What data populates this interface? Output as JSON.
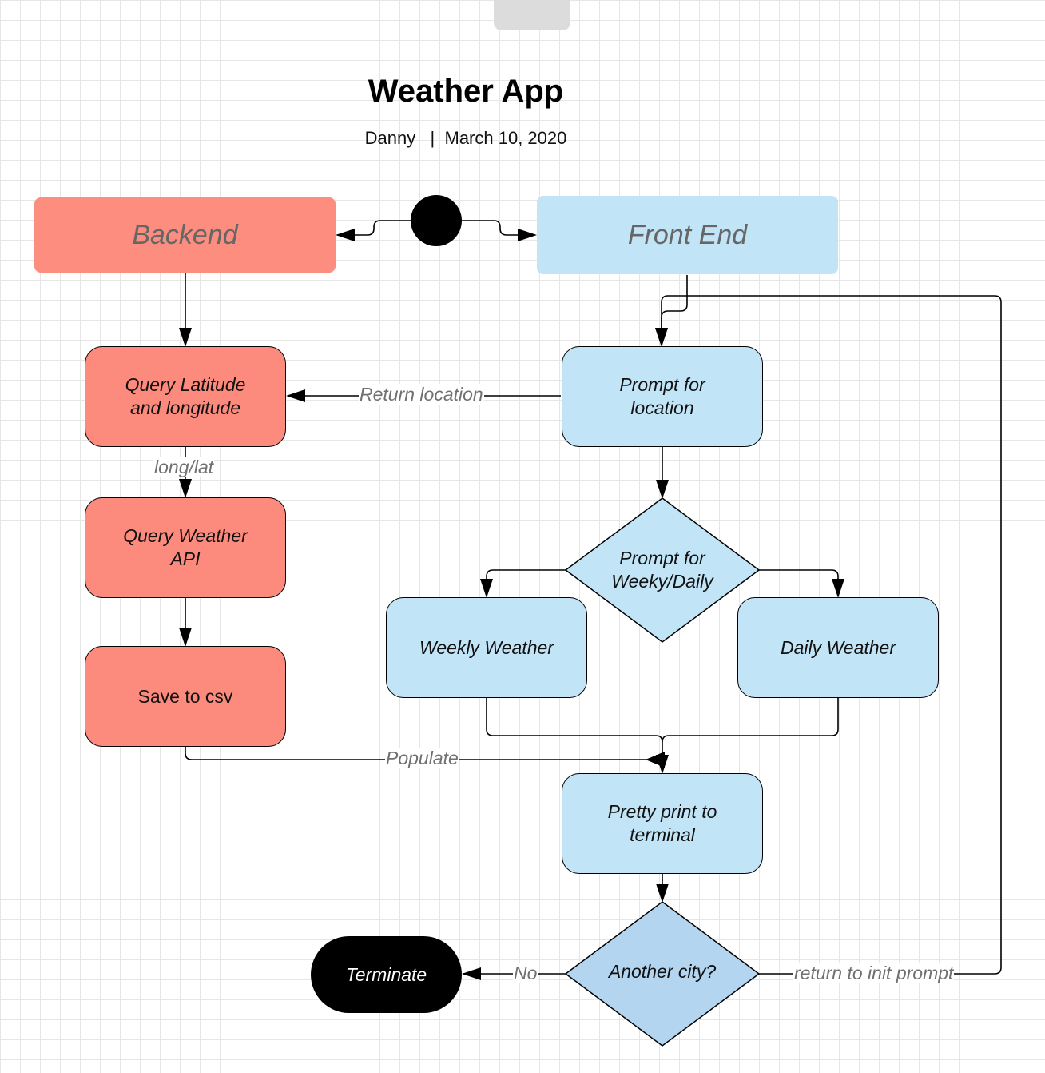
{
  "diagram": {
    "title": "Weather App",
    "subtitle": "Danny   |  March 10, 2020",
    "lanes": {
      "backend": "Backend",
      "frontend": "Front End"
    },
    "nodes": {
      "query_latlong": "Query Latitude\nand longitude",
      "query_weather": "Query Weather\nAPI",
      "save_csv": "Save to csv",
      "prompt_location": "Prompt for\nlocation",
      "prompt_weekly_daily": "Prompt for\nWeeky/Daily",
      "weekly_weather": "Weekly Weather",
      "daily_weather": "Daily Weather",
      "pretty_print": "Pretty print to\nterminal",
      "another_city": "Another city?",
      "terminate": "Terminate"
    },
    "edge_labels": {
      "return_location": "Return location",
      "long_lat": "long/lat",
      "populate": "Populate",
      "no": "No",
      "return_to_init": "return to init prompt"
    },
    "colors": {
      "backend_fill": "#fd8b7d",
      "frontend_fill": "#c1e4f7",
      "decision_fill": "#b3d5f0",
      "terminal_fill": "#000000",
      "edge_label_text": "#707070"
    }
  }
}
